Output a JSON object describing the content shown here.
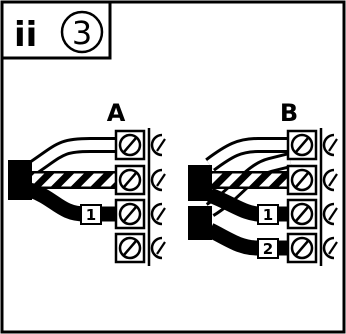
{
  "step": {
    "prefix": "ii",
    "number": "3"
  },
  "panels": [
    {
      "label": "A",
      "wires": [
        "1"
      ]
    },
    {
      "label": "B",
      "wires": [
        "1",
        "2"
      ]
    }
  ]
}
